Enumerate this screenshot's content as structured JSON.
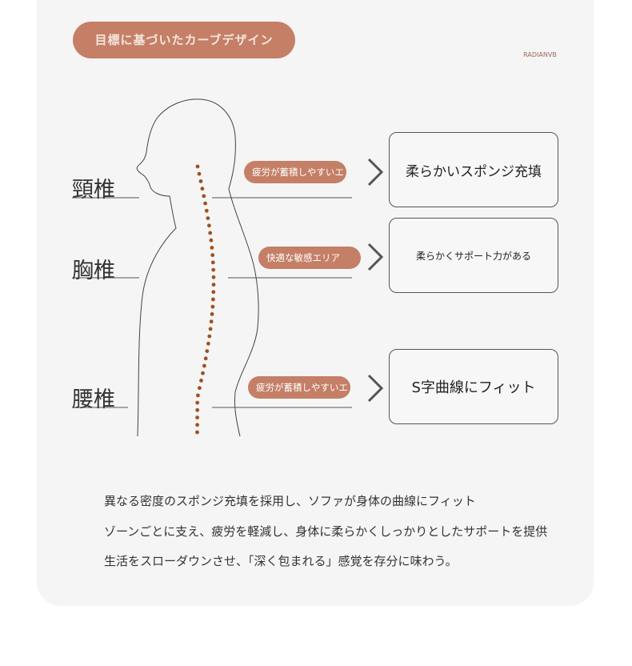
{
  "header": {
    "badge": "目標に基づいたカーブデザイン",
    "brand": "RADIANVB"
  },
  "regions": [
    {
      "label": "頸椎",
      "tag": "疲労が蓄積しやすいエ",
      "feature": "柔らかいスポンジ充填"
    },
    {
      "label": "胸椎",
      "tag": "快適な敏感エリア",
      "feature": "柔らかくサポート力がある"
    },
    {
      "label": "腰椎",
      "tag": "疲労が蓄積しやすいエ",
      "feature": "S字曲線にフィット"
    }
  ],
  "description": [
    "異なる密度のスポンジ充填を採用し、ソファが身体の曲線にフィット",
    "ゾーンごとに支え、疲労を軽減し、身体に柔らかくしっかりとしたサポートを提供",
    "生活をスローダウンさせ、「深く包まれる」感覚を存分に味わう。"
  ],
  "colors": {
    "accent": "#c47f66",
    "spine": "#a0501f",
    "card": "#f5f5f5"
  }
}
